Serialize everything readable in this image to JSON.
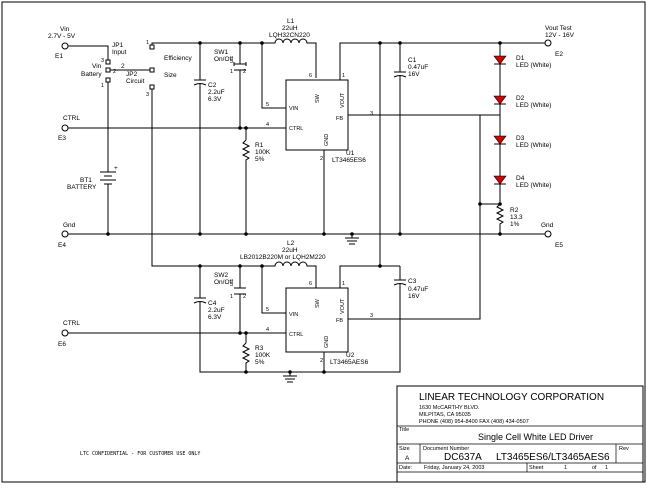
{
  "nodes": {
    "vin": {
      "name": "Vin",
      "range": "2.7V - 5V",
      "ref": "E1"
    },
    "ctrl1": {
      "name": "CTRL",
      "ref": "E3"
    },
    "gnd_left": {
      "name": "Gnd",
      "ref": "E4"
    },
    "ctrl2": {
      "name": "CTRL",
      "ref": "E6"
    },
    "vout": {
      "name": "Vout Test",
      "range": "12V - 16V",
      "ref": "E2"
    },
    "gnd_right": {
      "name": "Gnd",
      "ref": "E5"
    }
  },
  "jumpers": {
    "jp1": {
      "ref": "JP1",
      "label": "Input",
      "pin_left": "Vin",
      "pin_right": "Battery",
      "pins": [
        "1",
        "2",
        "3"
      ]
    },
    "jp2": {
      "ref": "JP2",
      "label": "Circuit",
      "pin_top": "Efficiency",
      "pin_bottom": "Size",
      "pins": [
        "1",
        "2",
        "3"
      ]
    }
  },
  "battery": {
    "ref": "BT1",
    "label": "BATTERY"
  },
  "switches": [
    {
      "ref": "SW1",
      "label": "On/Off"
    },
    {
      "ref": "SW2",
      "label": "On/Off"
    }
  ],
  "inductors": [
    {
      "ref": "L1",
      "value": "22uH",
      "part": "LQH32CN220"
    },
    {
      "ref": "L2",
      "value": "22uH",
      "part": "LB2012B220M or LQH2M220"
    }
  ],
  "capacitors": [
    {
      "ref": "C1",
      "value": "0.47uF",
      "voltage": "16V"
    },
    {
      "ref": "C2",
      "value": "2.2uF",
      "voltage": "6.3V"
    },
    {
      "ref": "C3",
      "value": "0.47uF",
      "voltage": "16V"
    },
    {
      "ref": "C4",
      "value": "2.2uF",
      "voltage": "6.3V"
    }
  ],
  "resistors": [
    {
      "ref": "R1",
      "value": "100K",
      "tol": "5%"
    },
    {
      "ref": "R2",
      "value": "13.3",
      "tol": "1%"
    },
    {
      "ref": "R3",
      "value": "100K",
      "tol": "5%"
    }
  ],
  "ics": [
    {
      "ref": "U1",
      "part": "LT3465ES6",
      "pins": {
        "sw": "SW",
        "vin": "VIN",
        "ctrl": "CTRL",
        "gnd": "GND",
        "vout": "VOUT",
        "fb": "FB"
      },
      "pin_numbers": {
        "sw": "6",
        "vin": "5",
        "ctrl": "4",
        "gnd": "2",
        "vout": "1",
        "fb": "3"
      }
    },
    {
      "ref": "U2",
      "part": "LT3465AES6",
      "pins": {
        "sw": "SW",
        "vin": "VIN",
        "ctrl": "CTRL",
        "gnd": "GND",
        "vout": "VOUT",
        "fb": "FB"
      },
      "pin_numbers": {
        "sw": "6",
        "vin": "5",
        "ctrl": "4",
        "gnd": "2",
        "vout": "1",
        "fb": "3"
      }
    }
  ],
  "leds": [
    {
      "ref": "D1",
      "label": "LED (White)"
    },
    {
      "ref": "D2",
      "label": "LED (White)"
    },
    {
      "ref": "D3",
      "label": "LED (White)"
    },
    {
      "ref": "D4",
      "label": "LED (White)"
    }
  ],
  "confidential": "LTC CONFIDENTIAL - FOR CUSTOMER USE ONLY",
  "title_block": {
    "company": "LINEAR TECHNOLOGY CORPORATION",
    "address1": "1630 McCARTHY BLVD.",
    "address2": "MILPITAS, CA 95035",
    "phone": "PHONE (408) 954-8400  FAX (408) 434-0507",
    "title_label": "Title",
    "title": "Single Cell White LED Driver",
    "size_label": "Size",
    "size": "A",
    "docnum_label": "Document Number",
    "docnum": "DC637A",
    "parts": "LT3465ES6/LT3465AES6",
    "rev_label": "Rev",
    "date_label": "Date:",
    "date": "Friday, January 24, 2003",
    "sheet_label": "Sheet",
    "sheet": "1",
    "of_label": "of",
    "sheet_total": "1"
  }
}
